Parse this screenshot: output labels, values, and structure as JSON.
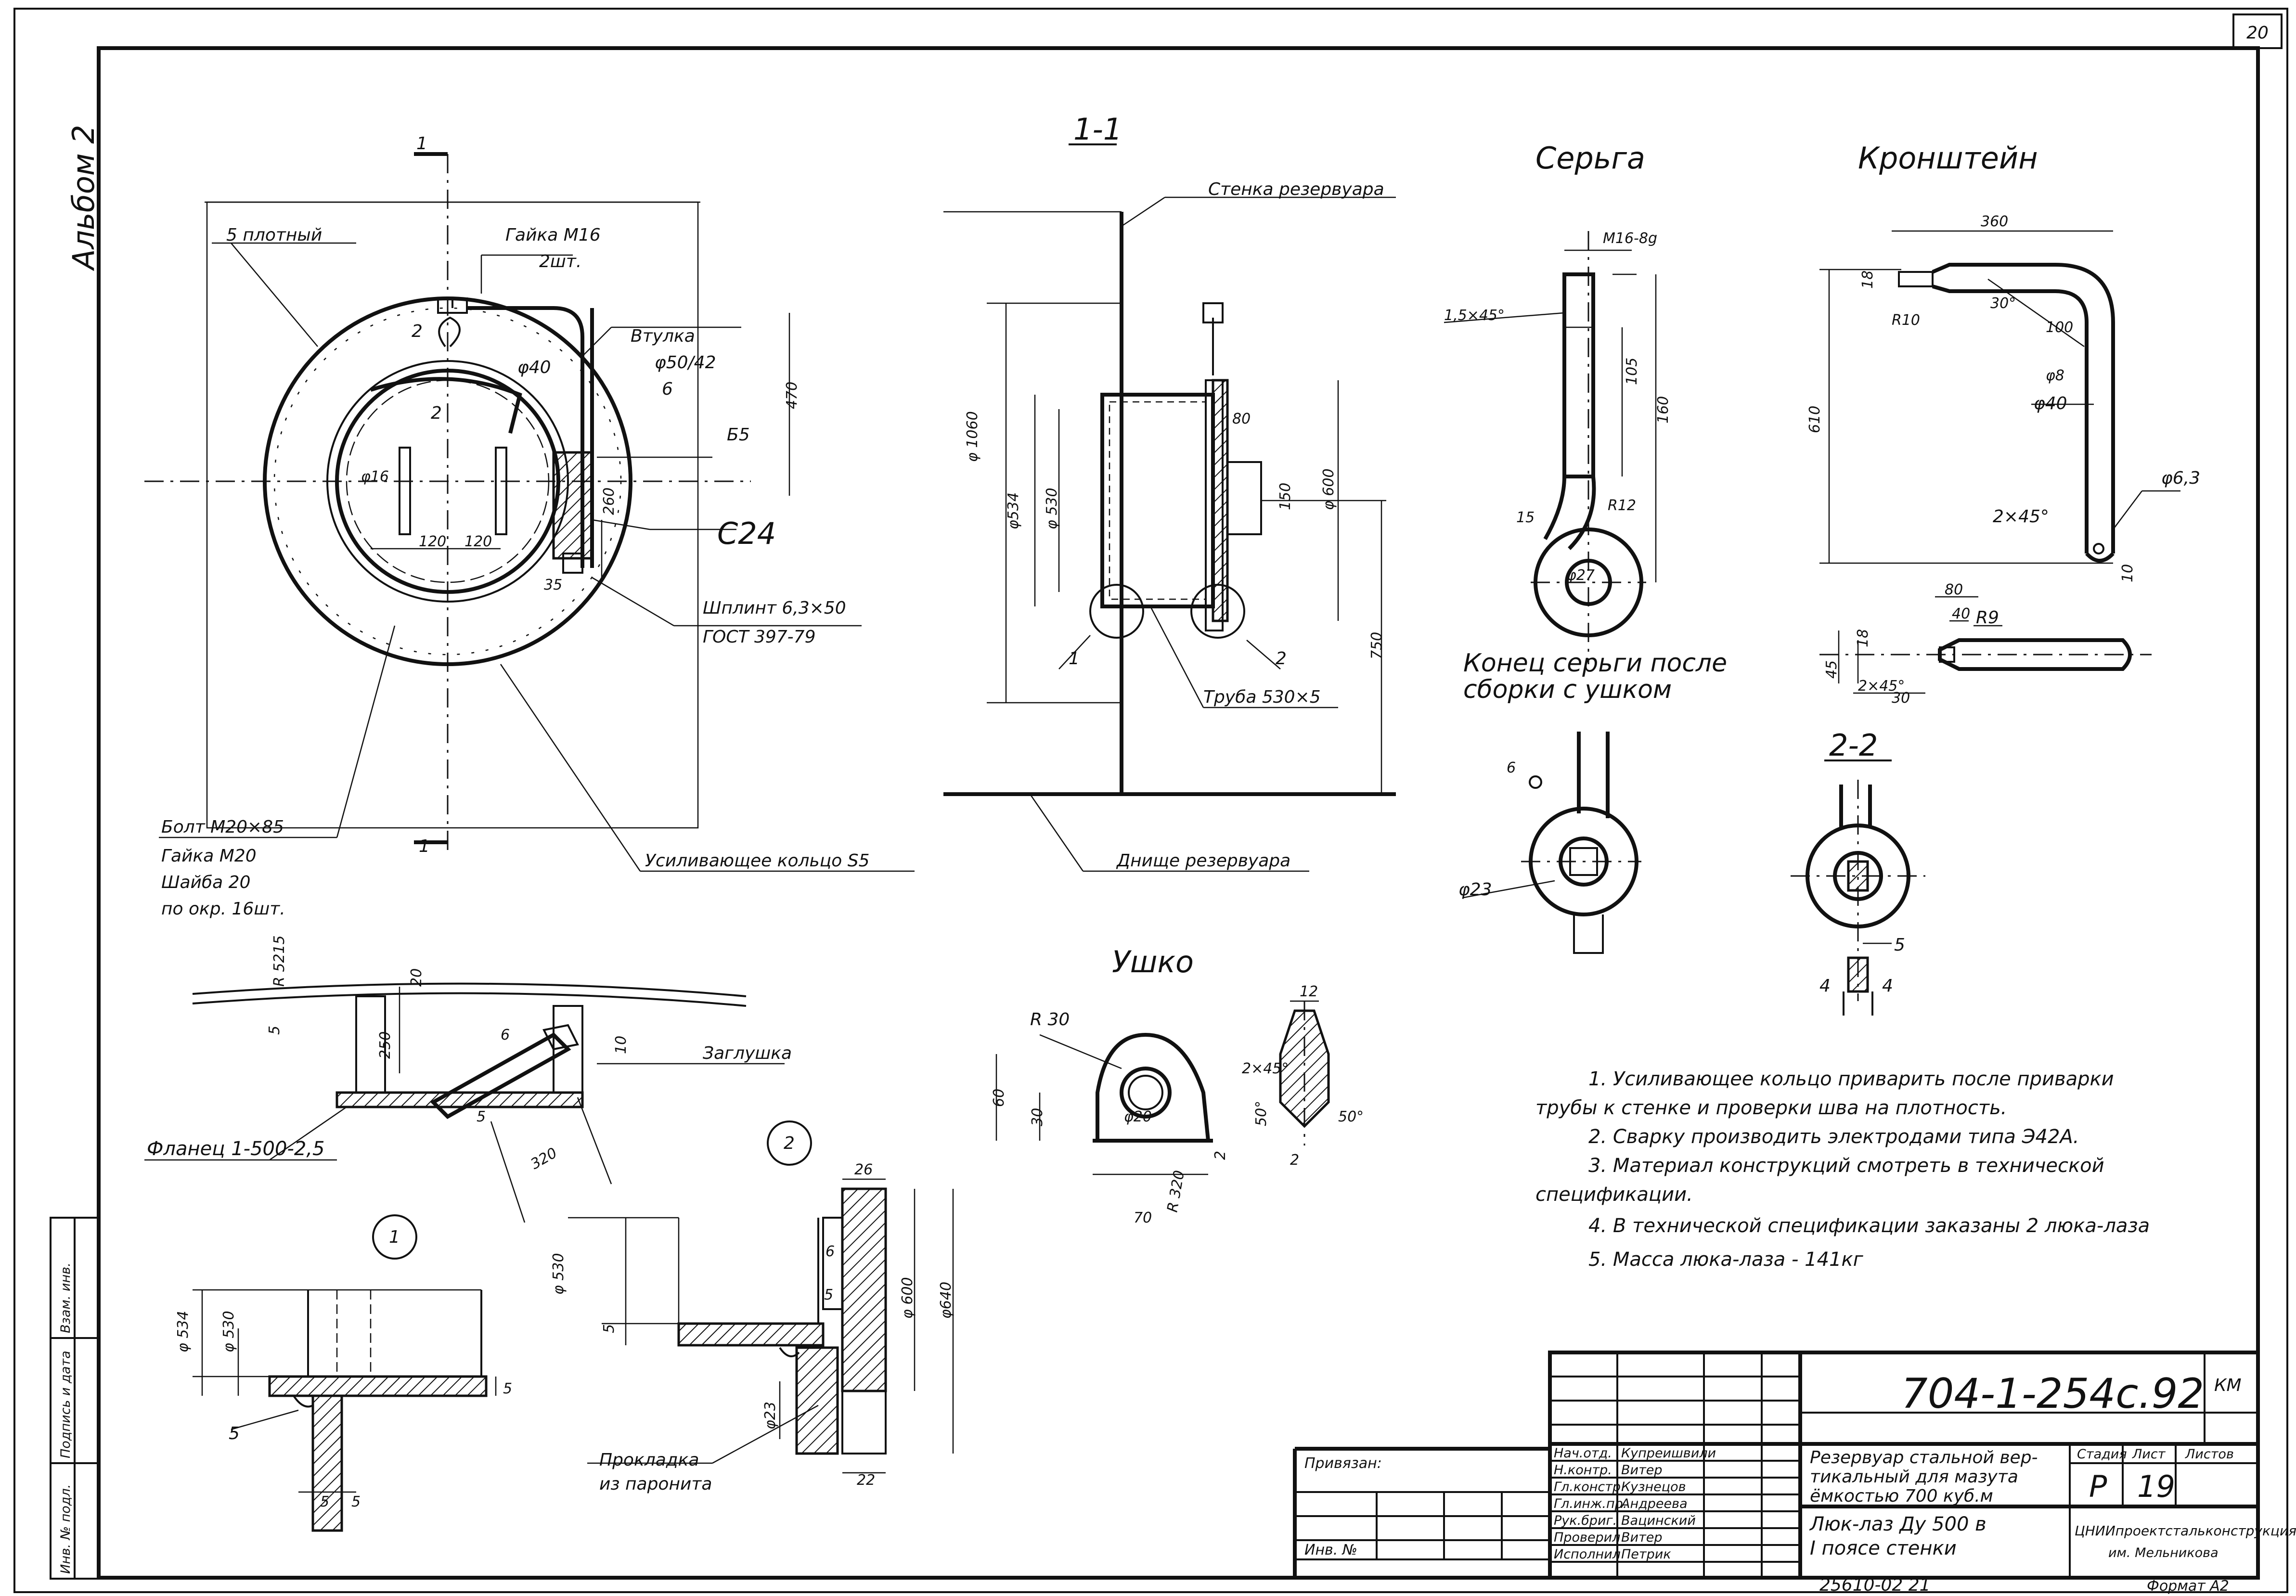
{
  "sheet": {
    "page_number": "20",
    "album": "Альбом 2",
    "format": "Формат А2",
    "inventory_code": "25610-02 21"
  },
  "main_view": {
    "labels": {
      "weld_tight": "5 плотный",
      "nut": "Гайка М16",
      "nut_qty": "2шт.",
      "bushing": "Втулка",
      "bushing_size": "φ50/42",
      "phi40": "φ40",
      "weld6": "6",
      "weld_s5": "Б5",
      "c24": "С24",
      "cotter": "Шплинт 6,3×50",
      "cotter_gost": "ГОСТ 397-79",
      "bolt": "Болт М20×85",
      "nut2": "Гайка М20",
      "washer": "Шайба 20",
      "washer_qty": "по окр. 16шт.",
      "ring": "Усиливающее кольцо S5",
      "phi16": "φ16",
      "dim_120a": "120",
      "dim_120b": "120",
      "dim_470": "470",
      "dim_260": "260",
      "dim_35": "35",
      "cut_1": "1",
      "cut_1b": "1",
      "mark_2": "2",
      "mark_2b": "2"
    }
  },
  "section_1_1": {
    "title": "1-1",
    "wall": "Стенка резервуара",
    "pipe": "Труба 530×5",
    "bottom": "Днище резервуара",
    "phi1060": "φ 1060",
    "phi534": "φ534",
    "phi530": "φ 530",
    "phi600": "φ 600",
    "dim_80": "80",
    "dim_150": "150",
    "dim_750": "750",
    "callout_1": "1",
    "callout_2": "2"
  },
  "earring": {
    "title": "Серьга",
    "thread": "М16-8g",
    "chamfer": "1,5×45°",
    "dim_105": "105",
    "dim_160": "160",
    "r12": "R12",
    "dim_15": "15",
    "phi27": "φ27",
    "end_note_1": "Конец серьги после",
    "end_note_2": "сборки с ушком",
    "weld6": "6",
    "phi23": "φ23"
  },
  "bracket": {
    "title": "Кронштейн",
    "dim_360": "360",
    "dim_18": "18",
    "r10": "R10",
    "dim_30deg": "30°",
    "r100": "100",
    "phi8": "φ8",
    "phi40": "φ40",
    "phi63": "φ6,3",
    "chamfer": "2×45°",
    "dim_610": "610",
    "dim_10": "10",
    "dim_80": "80",
    "dim_40": "40",
    "r9": "R9",
    "dim_18b": "18",
    "dim_45": "45",
    "chamfer2": "2×45°",
    "dim_30": "30"
  },
  "section_2_2": {
    "title": "2-2",
    "dim_5": "5",
    "dim_4a": "4",
    "dim_4b": "4"
  },
  "flange_view": {
    "r5215": "R 5215",
    "dim_20": "20",
    "dim_5": "5",
    "dim_250": "250",
    "weld6": "6",
    "dim_10": "10",
    "plug": "Заглушка",
    "flange": "Фланец 1-500-2,5",
    "dim_5b": "5",
    "dim_320": "320"
  },
  "eye": {
    "title": "Ушко",
    "r30": "R 30",
    "phi20": "φ20",
    "dim_60": "60",
    "dim_30": "30",
    "r320": "R 320",
    "dim_70": "70",
    "dim_2": "2",
    "dim_12": "12",
    "chamfer": "2×45°",
    "deg50a": "50°",
    "deg50b": "50°",
    "dim_2b": "2"
  },
  "detail_1": {
    "num": "1",
    "phi534": "φ 534",
    "phi530": "φ 530",
    "dim_5": "5",
    "weld5": "5",
    "dim_5a": "5",
    "dim_5b": "5"
  },
  "detail_2": {
    "num": "2",
    "phi530": "φ 530",
    "dim_5": "5",
    "dim_26": "26",
    "dim_6": "6",
    "dim_5b": "5",
    "phi600": "φ 600",
    "phi640": "φ640",
    "phi23": "φ23",
    "gasket_1": "Прокладка",
    "gasket_2": "из паронита",
    "dim_22": "22"
  },
  "notes": [
    "1. Усиливающее кольцо приварить после приварки",
    "трубы к стенке и проверки шва на плотность.",
    "2. Сварку производить электродами типа Э42А.",
    "3. Материал конструкций смотреть в технической",
    "спецификации.",
    "4. В технической спецификации заказаны 2 люка-лаза",
    "5. Масса люка-лаза - 141кг"
  ],
  "title_block": {
    "code": "704-1-254с.92",
    "mark": "КМ",
    "bind_label": "Привязан:",
    "inv_label": "Инв. №",
    "roles": [
      "Нач.отд.",
      "Н.контр.",
      "Гл.констр.",
      "Гл.инж.пр.",
      "Рук.бриг.",
      "Проверил",
      "Исполнил"
    ],
    "names": [
      "Купреишвили",
      "Витер",
      "Кузнецов",
      "Андреева",
      "Вацинский",
      "Витер",
      "Петрик"
    ],
    "project_title_1": "Резервуар стальной вер-",
    "project_title_2": "тикальный для мазута",
    "project_title_3": "ёмкостью 700 куб.м",
    "sheet_title_1": "Люк-лаз Ду 500 в",
    "sheet_title_2": "I поясе стенки",
    "stage_label": "Стадия",
    "sheet_label": "Лист",
    "sheets_label": "Листов",
    "stage": "Р",
    "sheet_no": "19",
    "org_1": "ЦНИИпроектстальконструкция",
    "org_2": "им. Мельникова"
  },
  "side_stamp": [
    "Инв. № подл.",
    "Подпись и дата",
    "Взам. инв."
  ]
}
